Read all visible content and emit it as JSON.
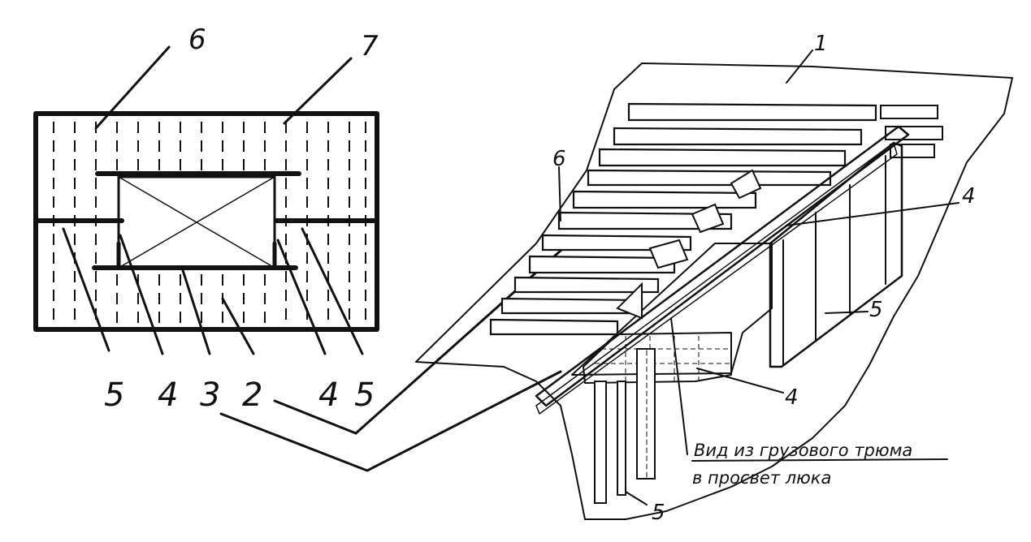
{
  "plan_labels": {
    "top": [
      "6",
      "7"
    ],
    "bottom": [
      "5",
      "4",
      "3",
      "2",
      "4",
      "5"
    ]
  },
  "view_labels": [
    "1",
    "6",
    "4",
    "5",
    "4",
    "5"
  ],
  "caption": {
    "line1": "Вид из грузового трюма",
    "line2": "в просвет люка"
  }
}
